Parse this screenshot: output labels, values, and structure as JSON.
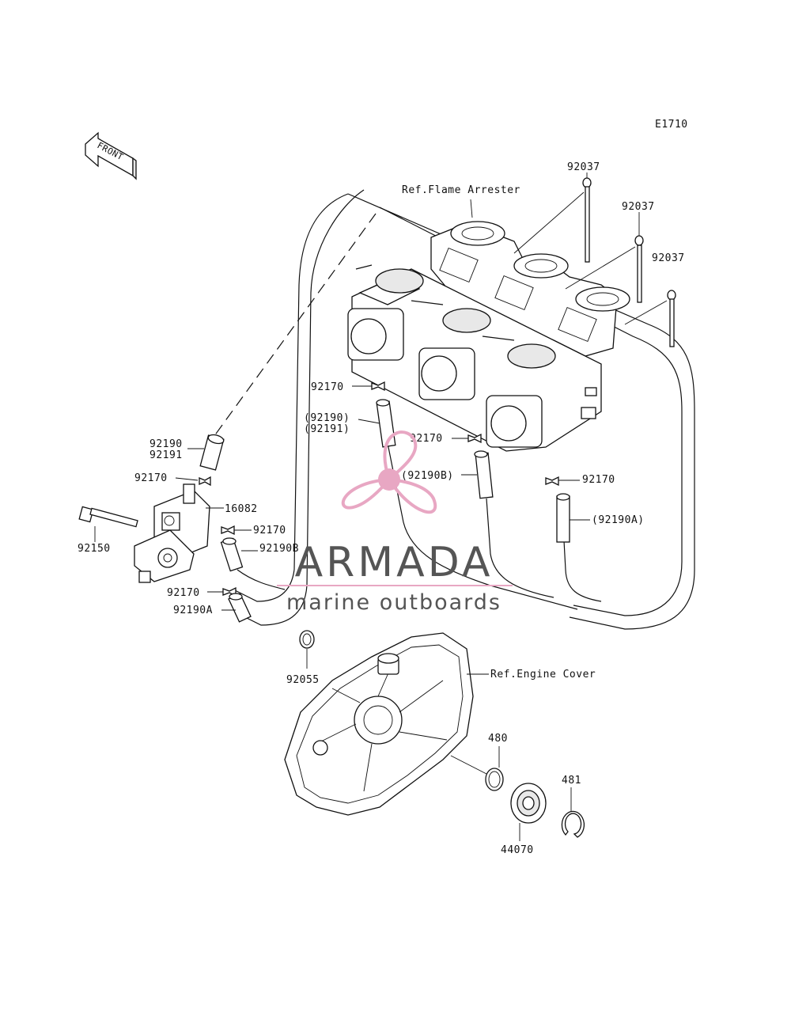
{
  "diagram_code": "E1710",
  "front_arrow": "FRONT",
  "refs": {
    "flame_arrester": "Ref.Flame Arrester",
    "engine_cover": "Ref.Engine Cover"
  },
  "labels": {
    "p92037_a": "92037",
    "p92037_b": "92037",
    "p92037_c": "92037",
    "p92170_a": "92170",
    "p92190_paren": "(92190)",
    "p92191_paren": "(92191)",
    "p92170_b": "92170",
    "p92190B_paren": "(92190B)",
    "p92170_c": "92170",
    "p92190A_paren": "(92190A)",
    "p92190": "92190",
    "p92191": "92191",
    "p92170_d": "92170",
    "p16082": "16082",
    "p92170_e": "92170",
    "p92150": "92150",
    "p92190B": "92190B",
    "p92170_f": "92170",
    "p92190A": "92190A",
    "p92055": "92055",
    "p480": "480",
    "p481": "481",
    "p44070": "44070"
  },
  "watermark": {
    "brand": "ARMADA",
    "tagline": "marine outboards",
    "colors": {
      "pink": "#e8a7c3",
      "gray": "#555555"
    }
  }
}
